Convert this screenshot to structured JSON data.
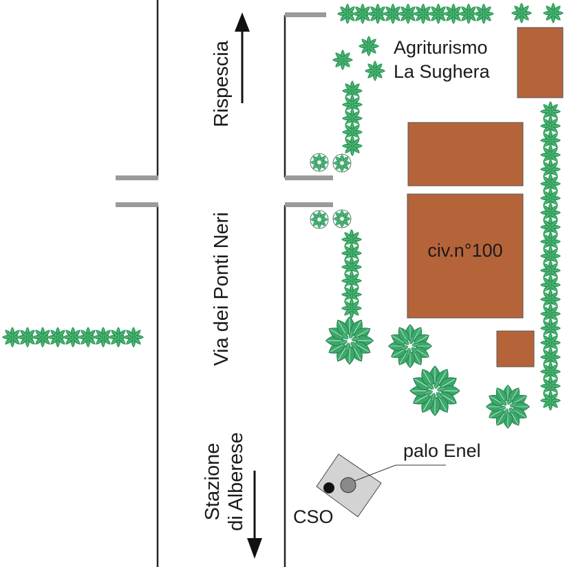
{
  "labels": {
    "direction_north": "Rispescia",
    "road_name": "Via dei Ponti Neri",
    "direction_south_line1": "Stazione",
    "direction_south_line2": "di Alberese",
    "agriturismo_line1": "Agriturismo",
    "agriturismo_line2": "La Sughera",
    "civic_number": "civ.n°100",
    "pole_label": "palo Enel",
    "cso_label": "CSO"
  },
  "colors": {
    "building": "#b5643a",
    "building_outline": "#555555",
    "hedge": "#2e9e5a",
    "hedge_light": "#8fd3a5",
    "road_line": "#222222",
    "gate_bar": "#9a9a9a",
    "cabinet": "#d3d3d3",
    "pole": "#8a8a8a",
    "cso_dot": "#111111"
  },
  "icons": {
    "north_arrow": "arrow-up-icon",
    "south_arrow": "arrow-down-icon",
    "pole": "circle-icon",
    "cso": "dot-icon",
    "shrub": "shrub-icon"
  }
}
